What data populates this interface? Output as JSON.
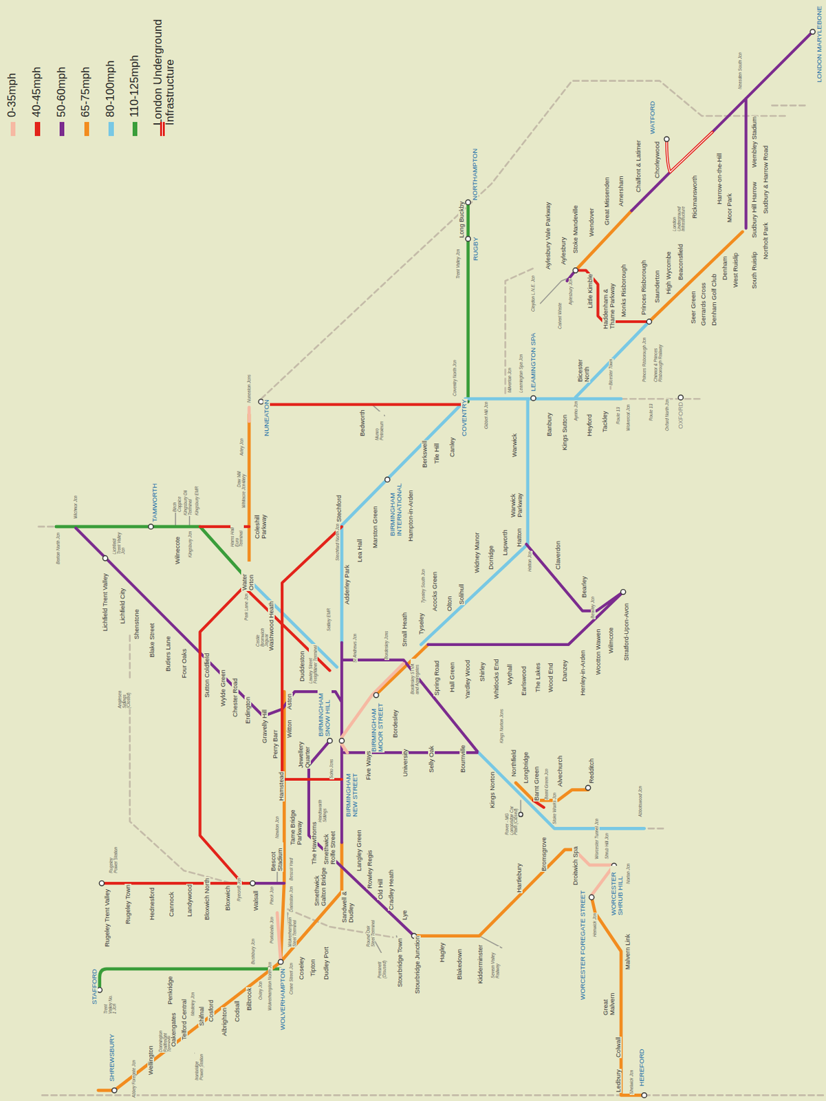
{
  "diagram": {
    "labels": [
      "LONDON MARYLEBONE",
      "Neasden South Jcn",
      "WATFORD",
      "Harrow-on-the-Hill",
      "Wembley Stadium",
      "Sudbury & Harrow Road",
      "Sudbury Hill Harrow",
      "Northolt Park",
      "South Ruislip",
      "Moor Park",
      "Rickmansworth",
      "Chorleywood",
      "Chalfont & Latimer",
      "London Underground Infrastructure",
      "Amersham",
      "Great Missenden",
      "Wendover",
      "Stoke Mandeville",
      "Aylesbury",
      "Aylesbury Vale Parkway",
      "Aylesbury Jcn",
      "Claydon L.N.E. Jcn",
      "Calvert Waste",
      "West Ruislip",
      "Denham",
      "Denham Golf Club",
      "Gerrards Cross",
      "Seer Green",
      "Beaconsfield",
      "High Wycombe",
      "Saunderton",
      "Princes Risborough",
      "Monks Risborough",
      "Haddenham & Thame Parkway",
      "Little Kimble",
      "Princes Risborough Jcn",
      "Chinnor & Princes Risborough Railway",
      "Bicester North",
      "Bicester Town",
      "LEAMINGTON SPA",
      "Milverton Jcn",
      "Leamington Spa Jcn",
      "Banbury",
      "Kings Sutton",
      "Aynho Jcn",
      "Heyford",
      "Tackley",
      "Route 13",
      "Wolvercot Jcn",
      "Route 13",
      "Oxford North Jcn",
      "OXFORD",
      "COVENTRY",
      "Coventry North Jcn",
      "Gibbet Hill Jcn",
      "RUGBY",
      "Trent Valley Jcn",
      "Long Buckby",
      "NORTHAMPTON",
      "Bedworth",
      "Munro Petroleum",
      "NUNEATON",
      "Nuneaton Jcns",
      "Arley Jcn",
      "Daw Mill colliery",
      "Whitacre Jcn",
      "Coleshill Parkway",
      "Hams Hall Euro Terminal",
      "TAMWORTH",
      "Birch Coppice",
      "Kingsbury Oil Terminal",
      "Kingsbury EMR",
      "Kingsbury Jcn",
      "Wilnecote",
      "Wichnor Jcn",
      "Barton North Jcn",
      "Lichfield Trent Valley Jcn",
      "Lichfield Trent Valley",
      "Lichfield City",
      "Shenstone",
      "Blake Street",
      "Butlers Lane",
      "Four Oaks",
      "Sutton Coldfield",
      "Wylde Green",
      "Chester Road",
      "Erdington",
      "Gravelly Hill",
      "Anglesea Sidings (Closed)",
      "Aston",
      "Witton",
      "Perry Barr",
      "Hamstead",
      "Tame Bridge Parkway",
      "Newton Jcn",
      "Bescot Stadium",
      "Bescot Yard",
      "Walsall",
      "Ryecroft Jcn",
      "Bloxwich",
      "Bloxwich North",
      "Landywood",
      "Cannock",
      "Hednesford",
      "Rugeley Town",
      "Rugeley Trent Valley",
      "Rugeley Power Station",
      "Pleck Jcn",
      "Darlaston Jcn",
      "Portobello Jcn",
      "Bushbury Jcn",
      "Wolverhampton Steel Terminal",
      "STAFFORD",
      "Trent Valley No. 1 Jcn",
      "Penkridge",
      "SHREWSBURY",
      "Abbey Foregate Jcn",
      "Wellington",
      "Donnington Railfreight Terminal",
      "Oakengates",
      "Telford Central",
      "Ironbridge Power Station",
      "Madeley Jcn",
      "Shifnal",
      "Cosford",
      "Albrighton",
      "Codsall",
      "Bilbrook",
      "Oxley Jcn",
      "WOLVERHAMPTON",
      "Wolverhampton North Jcn",
      "Crane Street Jcn",
      "Coseley",
      "Tipton",
      "Dudley Port",
      "Sandwell & Dudley",
      "Smethwick Galton Bridge",
      "The Hawthorns",
      "Smethwick Rolfe Street",
      "Handsworth Sidings",
      "Langley Green",
      "Rowley Regis",
      "Old Hill",
      "Cradley Heath",
      "Lye",
      "Round Oak Steel Terminal",
      "Pensnett (Disused)",
      "Stourbridge Town",
      "Stourbridge Junction",
      "Hagley",
      "Blakedown",
      "Kidderminster",
      "Severn Valley Railway",
      "Hartlebury",
      "Droitwich Spa",
      "WORCESTER FOREGATE STREET",
      "WORCESTER SHRUB HILL",
      "Henwick Jcn",
      "Malvern Link",
      "Great Malvern",
      "Colwall",
      "Ledbury",
      "HEREFORD",
      "Shelwick Jcn",
      "Stoke Works Jcn",
      "Bromsgrove",
      "Worcester Tunnel Jcn",
      "Shrub Hill Jcn",
      "Norton Jcn",
      "Abbotswood Jcn",
      "Rover - MG Longbridge Car Plant (Closed)",
      "Barnt Green",
      "Barnt Green Jcn",
      "Alvechurch",
      "Redditch",
      "Longbridge",
      "Northfield",
      "Kings Norton",
      "Kings Norton Jcns",
      "Bournville",
      "Selly Oak",
      "University",
      "Five Ways",
      "BIRMINGHAM NEW STREET",
      "Soho Jcns",
      "Jewellery Quarter",
      "BIRMINGHAM SNOW HILL",
      "BIRMINGHAM MOOR STREET",
      "Bordesley",
      "Duddeston",
      "Lawley Street Freightliner Terminal",
      "Saltley EMR",
      "Washwood Heath",
      "Castle Bromwich Jaguar",
      "Water Orton",
      "Park Lane Jcn",
      "Stechford",
      "Stechford North Jcn",
      "Adderley Park",
      "St Andrews Jcn",
      "Lea Hall",
      "Marston Green",
      "BIRMINGHAM INTERNATIONAL",
      "Hampton-in-Arden",
      "Berkswell",
      "Tile Hill",
      "Canley",
      "Warwick",
      "Warwick Parkway",
      "Hatton",
      "Hatton Jcn",
      "Lapworth",
      "Dorridge",
      "Widney Manor",
      "Solihull",
      "Olton",
      "Acocks Green",
      "Tyseley South Jcn",
      "Tyseley",
      "Small Heath",
      "Bordesley Jcns",
      "Bordesley STVA and Aggregates",
      "Spring Road",
      "Hall Green",
      "Yardley Wood",
      "Shirley",
      "Whitlocks End",
      "Wythall",
      "Earlswood",
      "The Lakes",
      "Wood End",
      "Danzey",
      "Henley-in-Arden",
      "Wootton Wawen",
      "Wilmcote",
      "Stratford-Upon-Avon",
      "Bearley Jcn",
      "Bearley",
      "Claverdon"
    ],
    "legend": [
      {
        "text": "0-35mph",
        "color": "#f6b9a3"
      },
      {
        "text": "40-45mph",
        "color": "#e2231a"
      },
      {
        "text": "50-60mph",
        "color": "#7b2b8e"
      },
      {
        "text": "65-75mph",
        "color": "#f28c1f"
      },
      {
        "text": "80-100mph",
        "color": "#78c8e4"
      },
      {
        "text": "110-125mph",
        "color": "#3a9d3a"
      },
      {
        "text": "London Underground Infrastructure"
      }
    ]
  }
}
